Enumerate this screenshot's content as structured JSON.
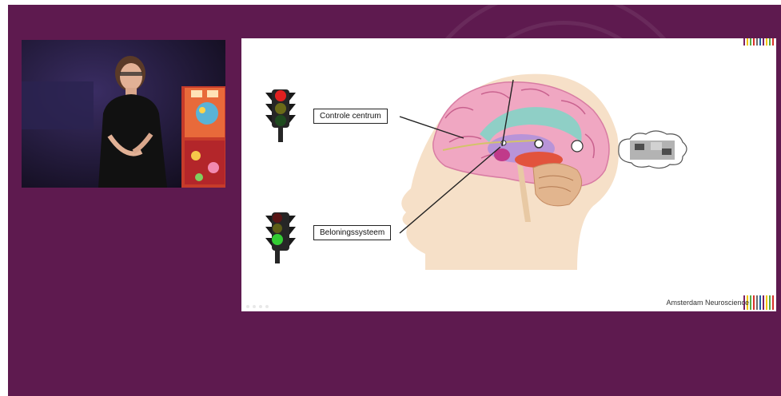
{
  "slide": {
    "labels": {
      "control": "Controle centrum",
      "reward": "Beloningssysteem"
    },
    "footer": "Amsterdam Neuroscience"
  },
  "colors": {
    "background_purple": "#5e1a4f",
    "traffic_red": "#e02020",
    "traffic_green": "#33cc33",
    "brand_stripes": [
      "#7b1f63",
      "#f4c400",
      "#58a844",
      "#d8322a",
      "#6b6b6b",
      "#1f63a8"
    ]
  },
  "icons": [
    "traffic-light-red-icon",
    "traffic-light-green-icon",
    "brain-illustration",
    "thought-cloud-icon"
  ]
}
